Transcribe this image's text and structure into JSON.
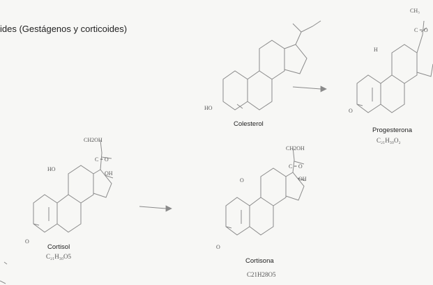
{
  "title": "ides (Gestágenos y corticoides)",
  "molecules": {
    "colesterol": {
      "name": "Colesterol",
      "labels": {
        "ho": "HO"
      }
    },
    "progesterona": {
      "name": "Progesterona",
      "formula": "C₂₁H₃₀O₂",
      "labels": {
        "ch3": "CH₃",
        "co": "C = O",
        "o": "O",
        "h": "H"
      }
    },
    "cortisol": {
      "name": "Cortisol",
      "formula": "C₂₁H₃₀O5",
      "labels": {
        "ch2oh": "CH2OH",
        "co": "C = O",
        "oh": "OH",
        "ho": "HO",
        "o": "O"
      }
    },
    "cortisona": {
      "name": "Cortisona",
      "formula": "C21H28O5",
      "labels": {
        "ch2oh": "CH2OH",
        "co": "C = O",
        "oh": "OH",
        "o": "O",
        "o_top": "O"
      }
    }
  }
}
